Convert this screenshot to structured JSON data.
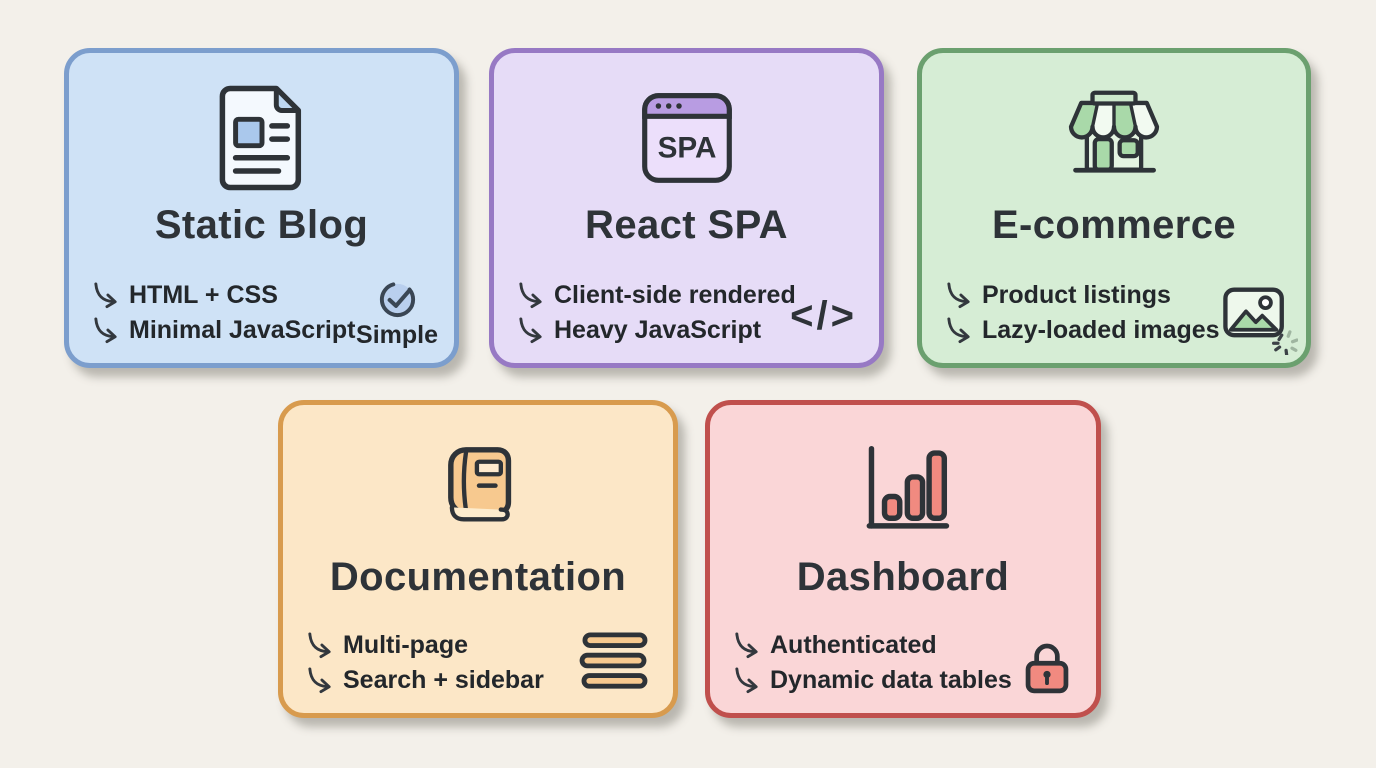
{
  "page": {
    "background_color": "#f3f0ea",
    "text_color": "#2e3338"
  },
  "cards": [
    {
      "id": "static-blog",
      "title": "Static Blog",
      "icon": "document-icon",
      "bullets": [
        "HTML + CSS",
        "Minimal JavaScript"
      ],
      "badge": {
        "icon": "check-circle-icon",
        "label": "Simple"
      },
      "colors": {
        "fill": "#cfe2f6",
        "border": "#7c9ecd",
        "accent": "#aac8ec"
      }
    },
    {
      "id": "react-spa",
      "title": "React SPA",
      "icon": "browser-spa-icon",
      "icon_label": "SPA",
      "bullets": [
        "Client-side rendered",
        "Heavy JavaScript"
      ],
      "badge": {
        "icon": "code-icon",
        "label": "</>"
      },
      "colors": {
        "fill": "#e6dcf7",
        "border": "#9779c4",
        "accent": "#b89ce2"
      }
    },
    {
      "id": "e-commerce",
      "title": "E-commerce",
      "icon": "storefront-icon",
      "bullets": [
        "Product listings",
        "Lazy-loaded images"
      ],
      "badge": {
        "icon": "lazy-image-icon"
      },
      "colors": {
        "fill": "#d6edd5",
        "border": "#6ba06f",
        "accent": "#a9d9a9"
      }
    },
    {
      "id": "documentation",
      "title": "Documentation",
      "icon": "book-icon",
      "bullets": [
        "Multi-page",
        "Search + sidebar"
      ],
      "badge": {
        "icon": "menu-lines-icon"
      },
      "colors": {
        "fill": "#fce7c7",
        "border": "#d89b4e",
        "accent": "#f7c98f"
      }
    },
    {
      "id": "dashboard",
      "title": "Dashboard",
      "icon": "bar-chart-icon",
      "bullets": [
        "Authenticated",
        "Dynamic data tables"
      ],
      "badge": {
        "icon": "lock-icon"
      },
      "colors": {
        "fill": "#fad6d7",
        "border": "#c0504d",
        "accent": "#f18a80"
      }
    }
  ]
}
